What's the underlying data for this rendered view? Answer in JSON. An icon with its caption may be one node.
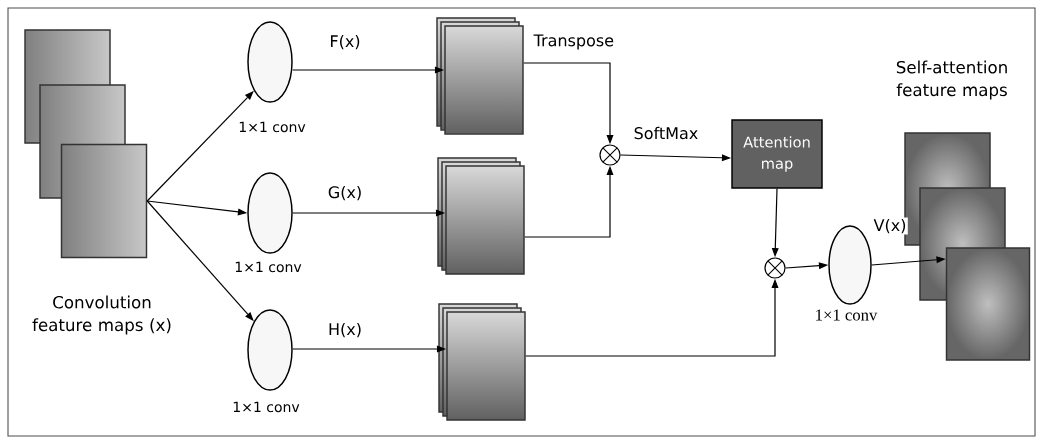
{
  "diagram": {
    "nodes": [
      {
        "text": [
          "Convolution feature maps (x)"
        ]
      },
      {
        "text": [],
        "shape": "ellipse",
        "beside": [
          "1×1 conv"
        ]
      },
      {
        "text": [],
        "shape": "ellipse",
        "beside": [
          "1×1 conv"
        ]
      },
      {
        "text": [],
        "shape": "ellipse",
        "beside": [
          "1×1 conv"
        ]
      },
      {
        "text": [],
        "shape": "box"
      },
      {
        "text": [],
        "shape": "box"
      },
      {
        "text": [],
        "shape": "box"
      },
      {
        "text": [],
        "shape": "circle"
      },
      {
        "text": [
          "Attention map"
        ]
      },
      {
        "text": [],
        "shape": "circle"
      },
      {
        "text": [],
        "shape": "ellipse",
        "beside": [
          "1×1 conv"
        ]
      },
      {
        "text": [
          "Self-attention feature maps"
        ]
      }
    ],
    "edges": [
      {
        "from": 0,
        "to": 1,
        "arrow": "to"
      },
      {
        "from": 0,
        "to": 2,
        "arrow": "to"
      },
      {
        "from": 0,
        "to": 3,
        "arrow": "to"
      },
      {
        "from": 1,
        "to": 4,
        "arrow": "to",
        "label": "F(x)"
      },
      {
        "from": 2,
        "to": 5,
        "arrow": "to",
        "label": "G(x)"
      },
      {
        "from": 3,
        "to": 6,
        "arrow": "to",
        "label": "H(x)"
      },
      {
        "from": 4,
        "to": 7,
        "arrow": "to",
        "label": "Transpose"
      },
      {
        "from": 5,
        "to": 7,
        "arrow": "to"
      },
      {
        "from": 7,
        "to": 8,
        "arrow": "to",
        "label": "SoftMax"
      },
      {
        "from": 8,
        "to": 9,
        "arrow": "to"
      },
      {
        "from": 6,
        "to": 9,
        "arrow": "to"
      },
      {
        "from": 9,
        "to": 10,
        "arrow": "to"
      },
      {
        "from": 10,
        "to": 11,
        "arrow": "to",
        "label": "V(x)"
      }
    ]
  }
}
